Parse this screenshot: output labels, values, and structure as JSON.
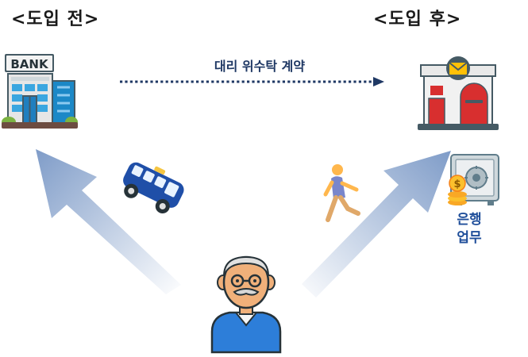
{
  "headings": {
    "before": "<도입 전>",
    "after": "<도입 후>"
  },
  "bank": {
    "sign": "BANK"
  },
  "contract": {
    "label": "대리 위수탁 계약"
  },
  "post_office": {
    "service_line1": "은행",
    "service_line2": "업무"
  },
  "colors": {
    "arrow": "#7f9cc8",
    "contract_arrow": "#1f3864",
    "label_blue": "#1f4e9a",
    "bank_blue": "#1b88c7",
    "post_red": "#d82f2f",
    "person_shirt": "#2d7ed9"
  },
  "icons": [
    "bank-icon",
    "post-office-icon",
    "bus-icon",
    "walking-person-icon",
    "safe-icon",
    "coins-icon",
    "elderly-man-icon"
  ]
}
